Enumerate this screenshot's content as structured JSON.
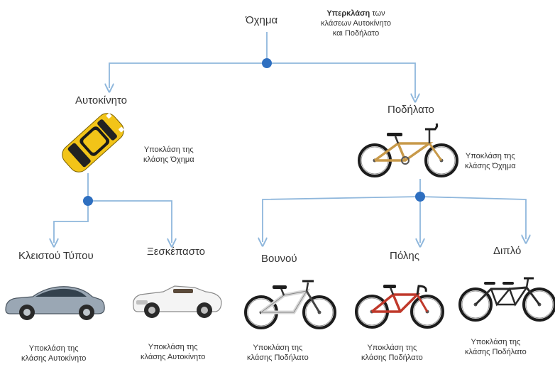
{
  "root": {
    "label": "Όχημα",
    "note_bold": "Υπερκλάση",
    "note_line1_rest": " των",
    "note_line2": "κλάσεων Αυτοκίνητο",
    "note_line3": "και Ποδήλατο"
  },
  "car": {
    "label": "Αυτοκίνητο",
    "note_line1": "Υποκλάση της",
    "note_line2": "κλάσης Όχημα",
    "icon": "yellow-car-top-view"
  },
  "bicycle": {
    "label": "Ποδήλατο",
    "note_line1": "Υποκλάση της",
    "note_line2": "κλάσης Όχημα",
    "icon": "bicycle"
  },
  "leaves": [
    {
      "label": "Κλειστού Τύπου",
      "note_line1": "Υποκλάση της",
      "note_line2": "κλάσης Αυτοκίνητο",
      "icon": "sedan-car"
    },
    {
      "label": "Ξεσκέπαστο",
      "note_line1": "Υποκλάση της",
      "note_line2": "κλάσης Αυτοκίνητο",
      "icon": "convertible-car"
    },
    {
      "label": "Βουνού",
      "note_line1": "Υποκλάση της",
      "note_line2": "κλάσης Ποδήλατο",
      "icon": "mountain-bike"
    },
    {
      "label": "Πόλης",
      "note_line1": "Υποκλάση της",
      "note_line2": "κλάσης Ποδήλατο",
      "icon": "road-bike"
    },
    {
      "label": "Διπλό",
      "note_line1": "Υποκλάση της",
      "note_line2": "κλάσης Ποδήλατο",
      "icon": "tandem-bike"
    }
  ],
  "colors": {
    "connector": "#8fb7dc",
    "junction": "#2e6fc0",
    "car_body": "#f2c418"
  }
}
